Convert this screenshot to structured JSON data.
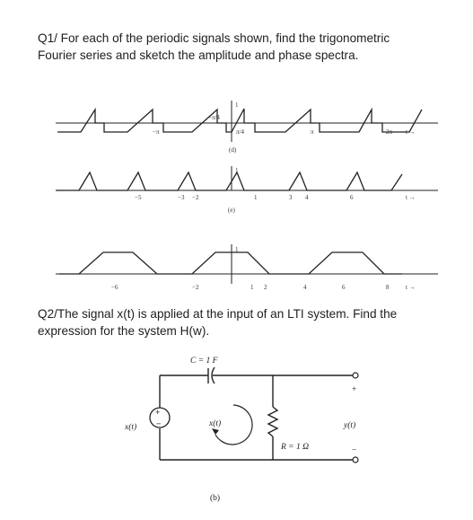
{
  "questions": {
    "q1": {
      "line1": "Q1/ For each of the periodic signals shown, find the trigonometric",
      "line2": "Fourier series and sketch the amplitude and phase spectra."
    },
    "q2": {
      "line1": "Q2/The signal x(t) is applied at the input of an LTI system. Find the",
      "line2": "expression for the system H(w)."
    }
  },
  "plots": {
    "d": {
      "caption": "(d)",
      "ticks": [
        "1",
        "−π/4",
        "π/4",
        "−π",
        "π",
        "2π",
        "t →"
      ]
    },
    "e": {
      "caption": "(e)",
      "ticks": [
        "1",
        "−5",
        "−3",
        "−2",
        "1",
        "3",
        "4",
        "6",
        "t →"
      ]
    },
    "f": {
      "ticks": [
        "1",
        "−6",
        "−2",
        "1",
        "2",
        "4",
        "6",
        "8",
        "t →"
      ]
    }
  },
  "circuit": {
    "capacitor": "C = 1 F",
    "source": "x(t)",
    "loop_label": "x(t)",
    "resistor": "R = 1 Ω",
    "output": "y(t)",
    "plus": "+",
    "minus": "−",
    "out_plus": "+",
    "out_minus": "−",
    "caption": "(b)"
  }
}
